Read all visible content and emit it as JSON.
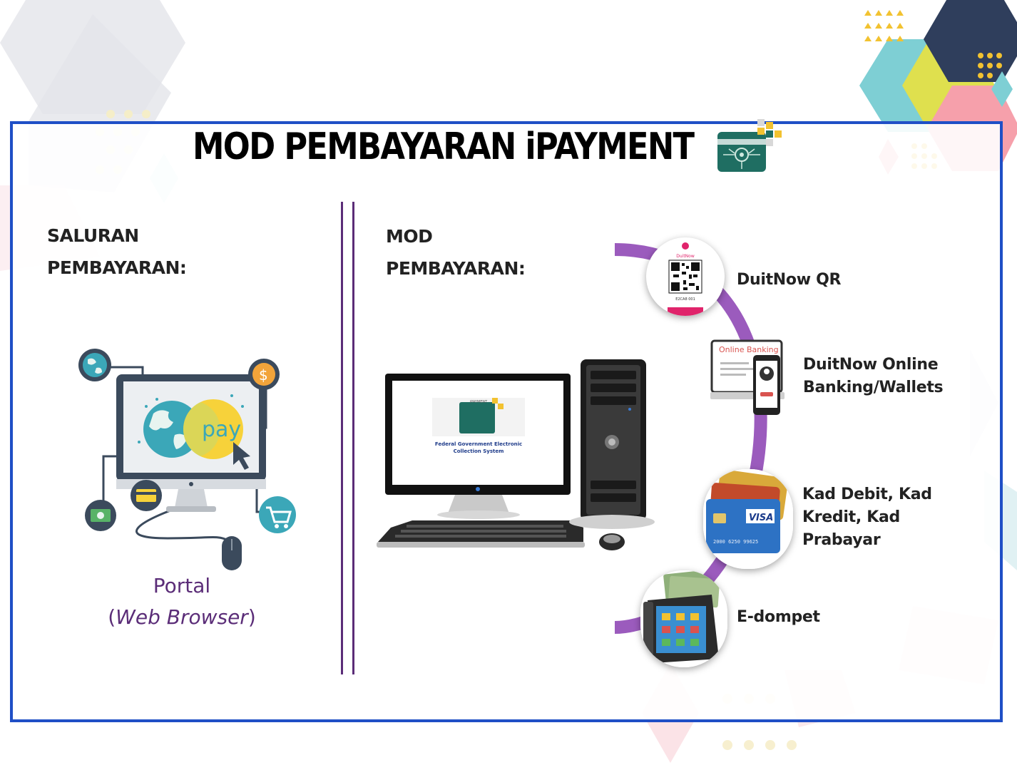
{
  "title": "MOD PEMBAYARAN iPAYMENT",
  "left": {
    "heading_line1": "SALURAN",
    "heading_line2": "PEMBAYARAN:",
    "illustration_pay": "pay",
    "caption_line1": "Portal",
    "caption_line2": "Web Browser"
  },
  "right": {
    "heading_line1": "MOD",
    "heading_line2": "PEMBAYARAN:",
    "monitor_screen_text": "Federal Government Electronic Collection System",
    "options": [
      {
        "label_line1": "DuitNow QR",
        "label_line2": "",
        "icon": "duitnow-qr-icon"
      },
      {
        "label_line1": "DuitNow Online",
        "label_line2": "Banking/Wallets",
        "icon": "online-banking-icon",
        "badge": "Online Banking"
      },
      {
        "label_line1": "Kad Debit, Kad",
        "label_line2": "Kredit, Kad",
        "label_line3": "Prabayar",
        "icon": "credit-card-icon",
        "badge": "VISA"
      },
      {
        "label_line1": "E-dompet",
        "label_line2": "",
        "icon": "wallet-icon"
      }
    ]
  },
  "colors": {
    "frame": "#1f4fc6",
    "accent_purple": "#5b2d78",
    "arc_purple": "#9b5bbd",
    "logo_teal": "#1f6e62",
    "logo_yellow": "#f2c230"
  }
}
